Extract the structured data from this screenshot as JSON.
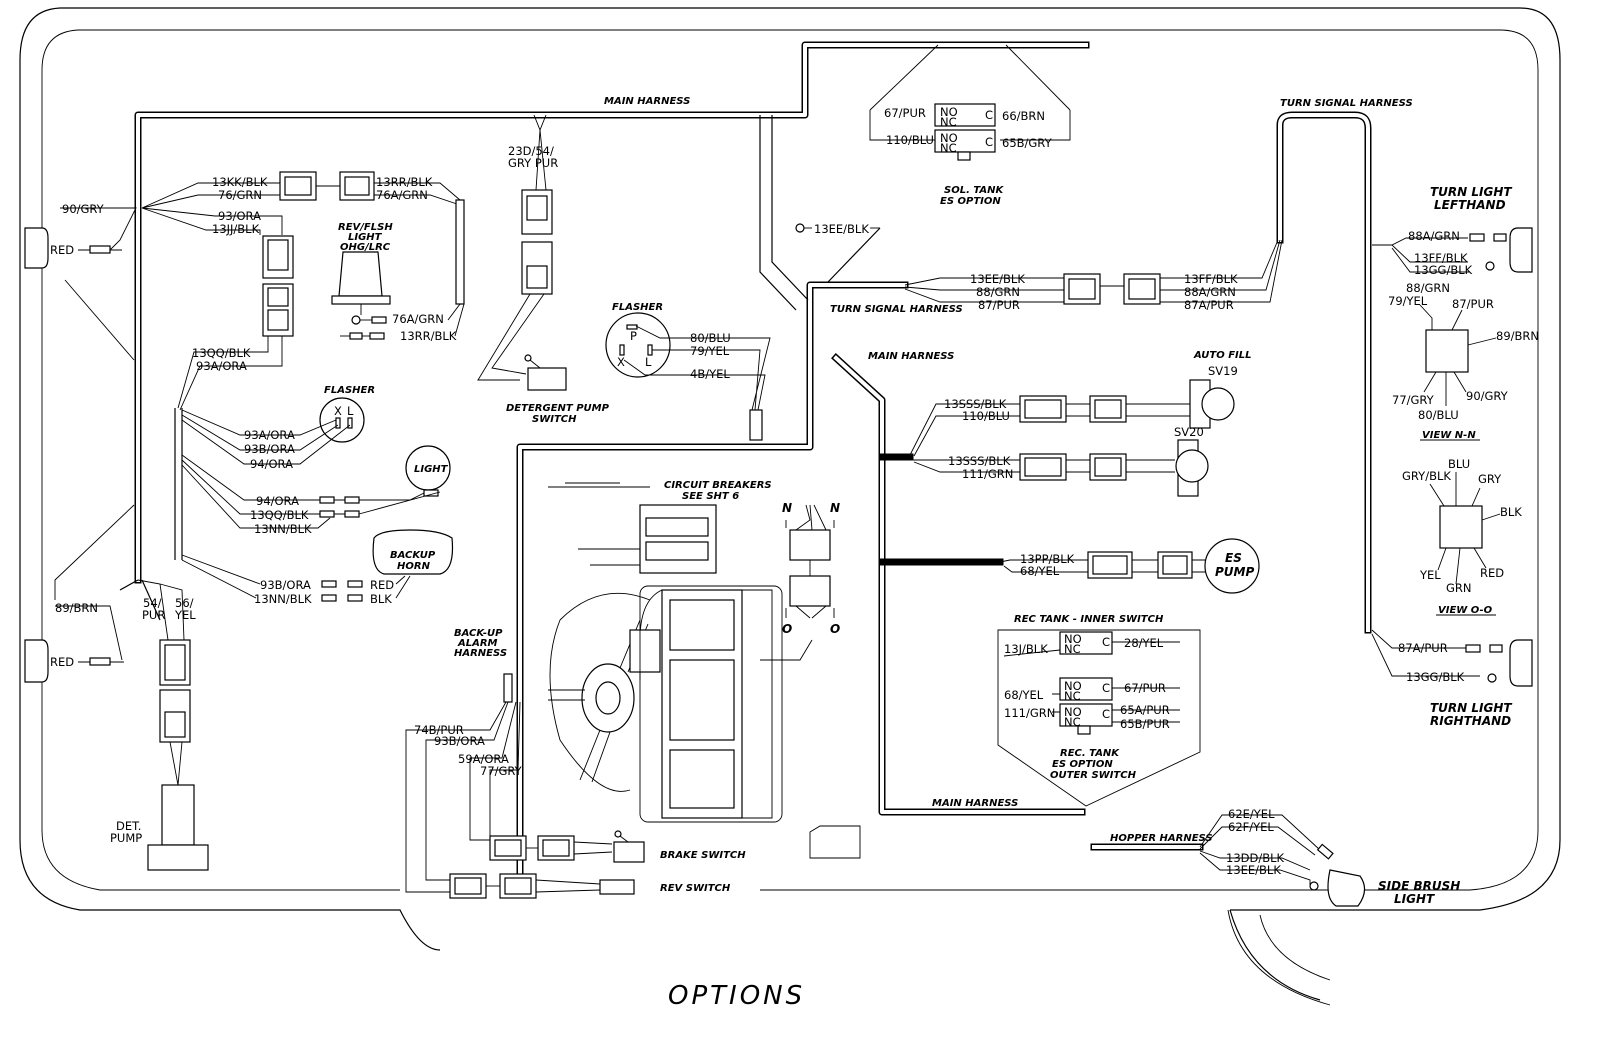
{
  "title": "OPTIONS",
  "harnesses": {
    "main_top": "MAIN HARNESS",
    "main_mid": "MAIN HARNESS",
    "main_bottom": "MAIN HARNESS",
    "turn_signal_top": "TURN SIGNAL HARNESS",
    "turn_signal_mid": "TURN SIGNAL HARNESS",
    "hopper": "HOPPER HARNESS",
    "backup_alarm": [
      "BACK-UP",
      "ALARM",
      "HARNESS"
    ]
  },
  "components": {
    "rev_flsh_light": [
      "REV/FLSH",
      "LIGHT",
      "OHG/LRC"
    ],
    "flasher_left": "FLASHER",
    "flasher_mid": "FLASHER",
    "light": "LIGHT",
    "backup_horn": [
      "BACKUP",
      "HORN"
    ],
    "det_pump": [
      "DET.",
      "PUMP"
    ],
    "detergent_pump_switch": [
      "DETERGENT PUMP",
      "SWITCH"
    ],
    "circuit_breakers": [
      "CIRCUIT BREAKERS",
      "SEE SHT 6"
    ],
    "brake_switch": "BRAKE SWITCH",
    "rev_switch": "REV SWITCH",
    "sol_tank": [
      "SOL. TANK",
      "ES OPTION"
    ],
    "auto_fill": "AUTO FILL",
    "sv19": "SV19",
    "sv20": "SV20",
    "es_pump": [
      "ES",
      "PUMP"
    ],
    "rec_tank_inner": "REC TANK - INNER SWITCH",
    "rec_tank_outer": [
      "REC. TANK",
      "ES OPTION",
      "OUTER SWITCH"
    ],
    "turn_light_lh": [
      "TURN LIGHT",
      "LEFTHAND"
    ],
    "turn_light_rh": [
      "TURN LIGHT",
      "RIGHTHAND"
    ],
    "side_brush_light": [
      "SIDE BRUSH",
      "LIGHT"
    ],
    "view_nn": "VIEW N-N",
    "view_oo": "VIEW O-O"
  },
  "wires": {
    "w90gry": "90/GRY",
    "red_top": "RED",
    "red_bot": "RED",
    "w89brn": "89/BRN",
    "w13kk": "13KK/BLK",
    "w76grn": "76/GRN",
    "w93ora": "93/ORA",
    "w13jj": "13JJ/BLK",
    "w13rr_a": "13RR/BLK",
    "w76agrn": "76A/GRN",
    "w76agrn2": "76A/GRN",
    "w13rr_b": "13RR/BLK",
    "w13qq": "13QQ/BLK",
    "w93aora": "93A/ORA",
    "w93aora2": "93A/ORA",
    "w93bora": "93B/ORA",
    "w94ora": "94/ORA",
    "w94ora2": "94/ORA",
    "w13qq2": "13QQ/BLK",
    "w13nn": "13NN/BLK",
    "w93bora2": "93B/ORA",
    "w13nn2": "13NN/BLK",
    "red_horn": "RED",
    "blk_horn": "BLK",
    "w54pur": [
      "54/",
      "PUR"
    ],
    "w56yel": [
      "56/",
      "YEL"
    ],
    "w23d": [
      "23D/54/",
      "GRY PUR"
    ],
    "w80blu": "80/BLU",
    "w79yel": "79/YEL",
    "w4byel": "4B/YEL",
    "w13ee_top": "13EE/BLK",
    "w13ee_a": "13EE/BLK",
    "w88grn": "88/GRN",
    "w87pur": "87/PUR",
    "w13ff": "13FF/BLK",
    "w88agrn": "88A/GRN",
    "w87apur": "87A/PUR",
    "w67pur": "67/PUR",
    "w110blu": "110/BLU",
    "w66brn": "66/BRN",
    "w65bgry": "65B/GRY",
    "w13sss": "13SSS/BLK",
    "w110blu2": "110/BLU",
    "w13sss2": "13SSS/BLK",
    "w111grn": "111/GRN",
    "w13pp": "13PP/BLK",
    "w68yel": "68/YEL",
    "w13j": "13J/BLK",
    "w28yel": "28/YEL",
    "w68yel2": "68/YEL",
    "w111grn2": "111/GRN",
    "w67pur2": "67/PUR",
    "w65apur": "65A/PUR",
    "w65bpur": "65B/PUR",
    "w74bpur": "74B/PUR",
    "w93bora3": "93B/ORA",
    "w59aora": "59A/ORA",
    "w77gry": "77/GRY",
    "w88agrn_r": "88A/GRN",
    "w13ff_r": "13FF/BLK",
    "w13gg_r": "13GG/BLK",
    "w88grn_r": "88/GRN",
    "w79yel_r": "79/YEL",
    "w87pur_r": "87/PUR",
    "w89brn_r": "89/BRN",
    "w77gry_r": "77/GRY",
    "w90gry_r": "90/GRY",
    "w80blu_r": "80/BLU",
    "gryblk": "GRY/BLK",
    "blu": "BLU",
    "gry": "GRY",
    "blk": "BLK",
    "yel": "YEL",
    "grn": "GRN",
    "red": "RED",
    "w87apur_r": "87A/PUR",
    "w13gg_r2": "13GG/BLK",
    "w62e": "62E/YEL",
    "w62f": "62F/YEL",
    "w13dd": "13DD/BLK",
    "w13ee_sb": "13EE/BLK"
  },
  "markers": {
    "n1": "N",
    "n2": "N",
    "o1": "O",
    "o2": "O"
  }
}
